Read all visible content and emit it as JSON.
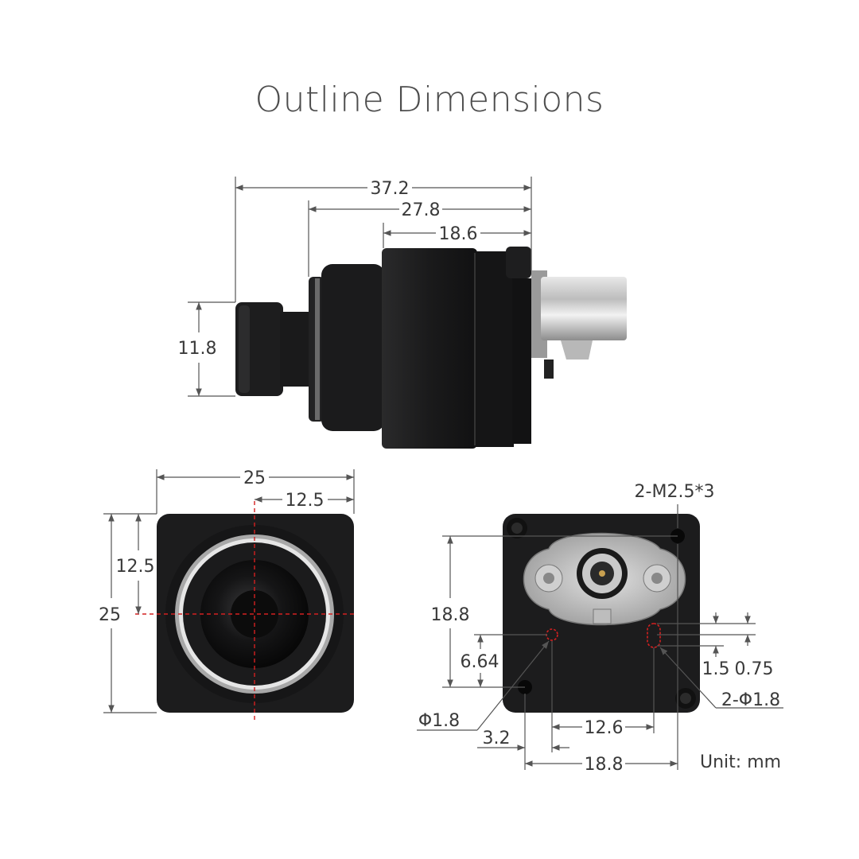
{
  "title": "Outline Dimensions",
  "unit_label": "Unit: mm",
  "side_view": {
    "overall_length": "37.2",
    "body_length": "27.8",
    "housing_length": "18.6",
    "lens_diameter": "11.8"
  },
  "front_view": {
    "width": "25",
    "half_width": "12.5",
    "height": "25",
    "half_height": "12.5"
  },
  "rear_view": {
    "screw_holes": "2-M2.5*3",
    "hole_spacing_vertical": "18.8",
    "pin_offset": "6.64",
    "slot_length": "1.5",
    "slot_half": "0.75",
    "slot_holes": "2-Φ1.8",
    "pin_hole": "Φ1.8",
    "pin_to_slot": "12.6",
    "edge_offset": "3.2",
    "hole_spacing_horizontal": "18.8"
  },
  "colors": {
    "dimension_line": "#555555",
    "center_mark": "#d42020",
    "camera_body": "#1c1c1d"
  }
}
